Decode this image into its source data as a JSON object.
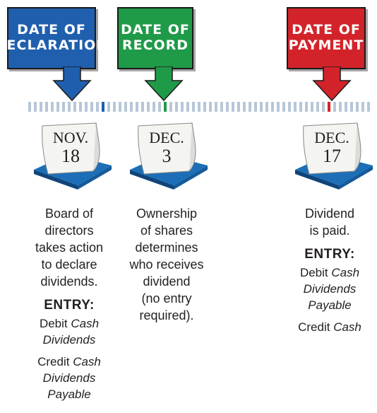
{
  "colors": {
    "declaration": "#1f5fae",
    "record": "#1f9a48",
    "payment": "#d3232a",
    "tick": "#b7c7d8",
    "calendar_base": "#1c6fb7"
  },
  "labels": [
    {
      "key": "declaration",
      "line1": "Date of",
      "line2": "Declaration"
    },
    {
      "key": "record",
      "line1": "Date of",
      "line2": "Record"
    },
    {
      "key": "payment",
      "line1": "Date of",
      "line2": "Payment"
    }
  ],
  "calendars": [
    {
      "month": "NOV.",
      "day": "18"
    },
    {
      "month": "DEC.",
      "day": "3"
    },
    {
      "month": "DEC.",
      "day": "17"
    }
  ],
  "events": {
    "declaration": {
      "desc": [
        "Board of",
        "directors",
        "takes action",
        "to declare",
        "dividends."
      ],
      "entry_title": "ENTRY:",
      "debit_prefix": "Debit ",
      "debit_italic": "Cash",
      "debit_line2": "Dividends",
      "credit_prefix": "Credit ",
      "credit_italic": "Cash",
      "credit_line2": "Dividends",
      "credit_line3": "Payable"
    },
    "record": {
      "desc": [
        "Ownership",
        "of shares",
        "determines",
        "who receives",
        "dividend",
        "(no entry",
        "required)."
      ]
    },
    "payment": {
      "desc": [
        "Dividend",
        "is paid."
      ],
      "entry_title": "ENTRY:",
      "debit_prefix": "Debit ",
      "debit_italic": "Cash",
      "debit_line2": "Dividends",
      "debit_line3": "Payable",
      "credit_prefix": "Credit ",
      "credit_italic": "Cash"
    }
  }
}
